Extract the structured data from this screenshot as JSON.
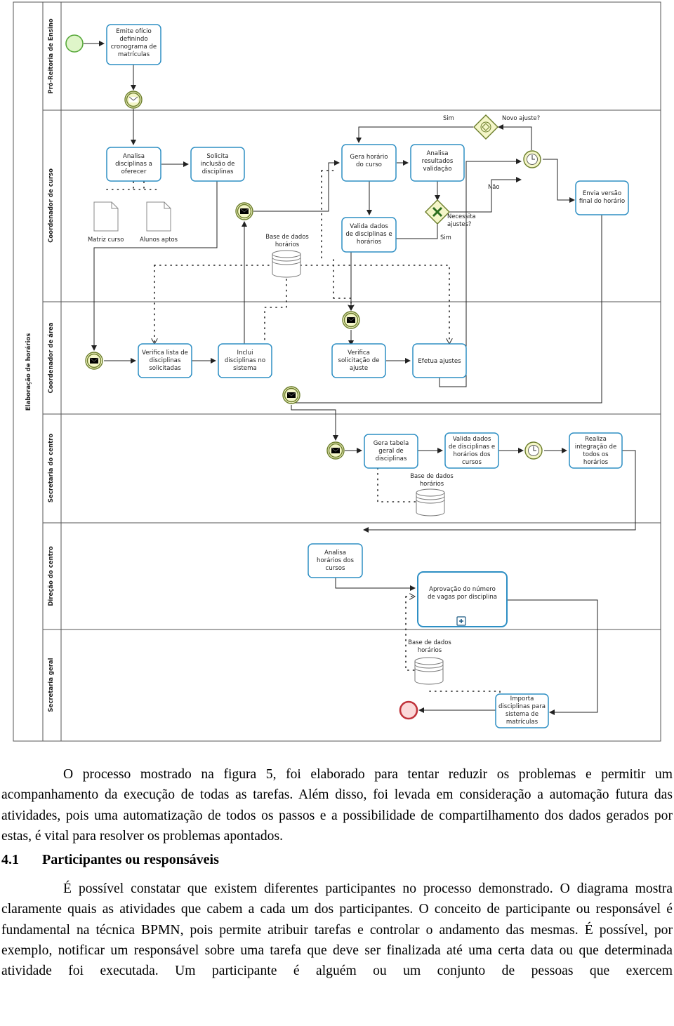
{
  "diagram": {
    "pool_label": "Elaboração de horários",
    "lanes": [
      "Pró-Reitoria de Ensino",
      "Coordenador de curso",
      "Coordenador de área",
      "Secretaria do centro",
      "Direção do centro",
      "Secretaria geral"
    ],
    "tasks": {
      "emite": [
        "Emite ofício",
        "definindo",
        "cronograma de",
        "matrículas"
      ],
      "analisa_disc": [
        "Analisa",
        "disciplinas a",
        "oferecer"
      ],
      "solicita": [
        "Solicita",
        "inclusão de",
        "disciplinas"
      ],
      "gera_horario": [
        "Gera horário",
        "do curso"
      ],
      "analisa_result": [
        "Analisa",
        "resultados",
        "validação"
      ],
      "valida": [
        "Valida dados",
        "de disciplinas e",
        "horários"
      ],
      "envia": [
        "Envia versão",
        "final do horário"
      ],
      "verifica_lista": [
        "Verifica lista de",
        "disciplinas",
        "solicitadas"
      ],
      "inclui": [
        "Inclui",
        "disciplinas no",
        "sistema"
      ],
      "verifica_ajuste": [
        "Verifica",
        "solicitação de",
        "ajuste"
      ],
      "efetua": [
        "Efetua ajustes"
      ],
      "gera_tabela": [
        "Gera tabela",
        "geral de",
        "disciplinas"
      ],
      "valida_centro": [
        "Valida dados",
        "de disciplinas e",
        "horários dos",
        "cursos"
      ],
      "realiza": [
        "Realiza",
        "integração de",
        "todos os",
        "horários"
      ],
      "analisa_cursos": [
        "Analisa",
        "horários dos",
        "cursos"
      ],
      "aprovacao": [
        "Aprovação do número",
        "de vagas por disciplina"
      ],
      "importa": [
        "Importa",
        "disciplinas para",
        "sistema  de",
        "matrículas"
      ]
    },
    "labels": {
      "matriz": "Matriz curso",
      "alunos": "Alunos aptos",
      "base1": [
        "Base de dados",
        "horários"
      ],
      "base2": [
        "Base de dados",
        "horários"
      ],
      "base3": [
        "Base de dados",
        "horários"
      ],
      "sim_top": "Sim",
      "novo_ajuste": "Novo ajuste?",
      "nao": "Não",
      "necessita": [
        "Necessita",
        "ajustes?"
      ],
      "sim_mid": "Sim"
    }
  },
  "text": {
    "p1": "O processo mostrado na figura 5, foi elaborado para tentar reduzir os problemas e permitir um acompanhamento da execução de todas as tarefas. Além disso, foi levada em consideração a automação futura das atividades, pois uma automatização de todos os passos e a possibilidade de compartilhamento dos dados gerados por estas, é vital para resolver os problemas apontados.",
    "heading_num": "4.1",
    "heading_title": "Participantes ou responsáveis",
    "p2": "É possível constatar que existem diferentes participantes no processo demonstrado. O diagrama mostra claramente quais as atividades que cabem a cada um dos participantes. O conceito de participante ou responsável é fundamental na técnica BPMN, pois permite atribuir tarefas e controlar o andamento das mesmas. É possível, por exemplo, notificar um responsável sobre uma tarefa que deve ser finalizada até uma certa data ou que determinada atividade foi executada. Um participante é alguém ou um conjunto de pessoas que exercem"
  }
}
